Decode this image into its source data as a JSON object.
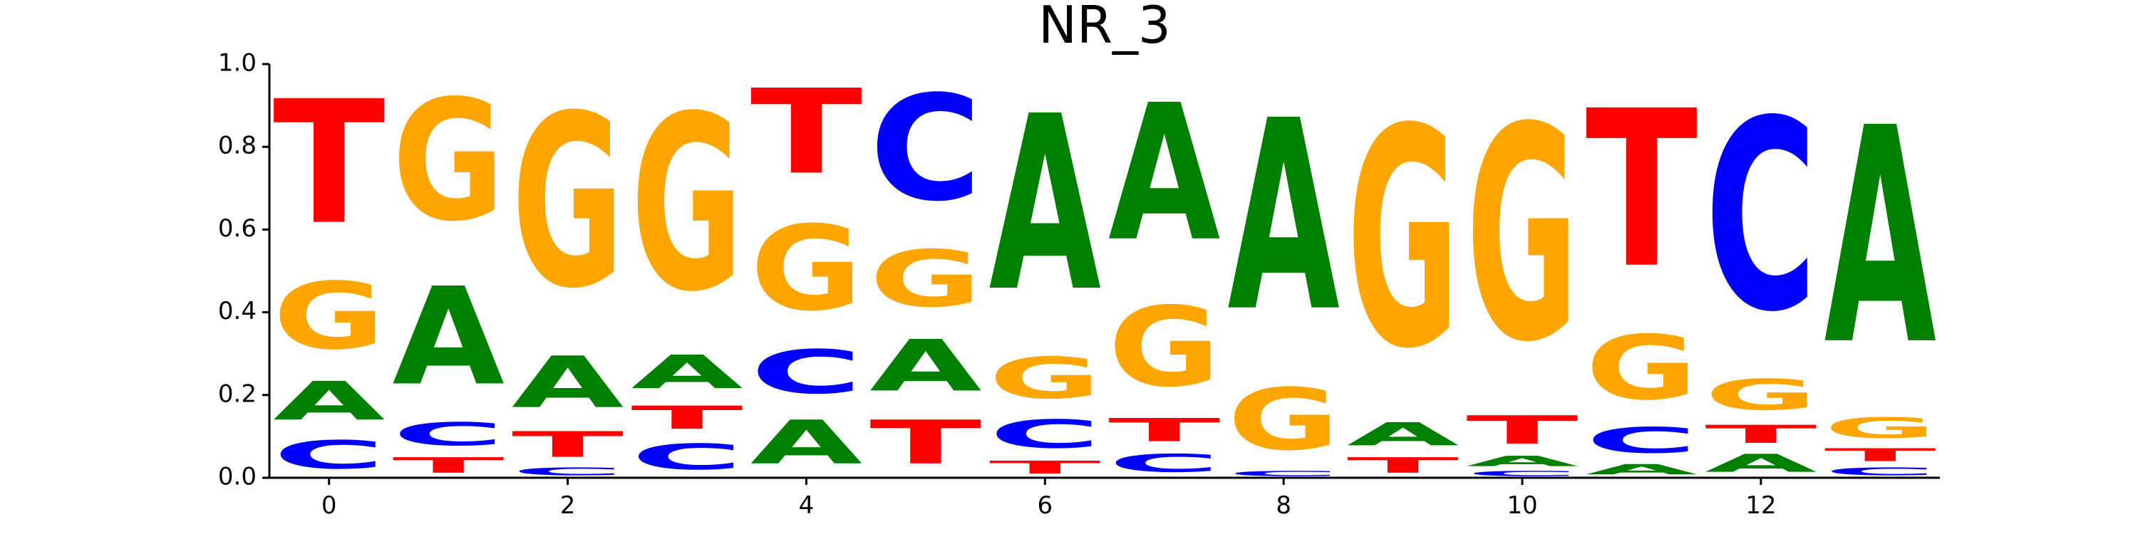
{
  "chart_data": {
    "type": "sequence-logo",
    "title": "NR_3",
    "xlabel": "",
    "ylabel": "",
    "ylim": [
      0,
      1
    ],
    "xlim": [
      -0.5,
      13.5
    ],
    "grid": false,
    "y_ticks": [
      "0.0",
      "0.2",
      "0.4",
      "0.6",
      "0.8",
      "1.0"
    ],
    "y_tick_values": [
      0.0,
      0.2,
      0.4,
      0.6,
      0.8,
      1.0
    ],
    "x_ticks": [
      "0",
      "2",
      "4",
      "6",
      "8",
      "10",
      "12"
    ],
    "x_tick_values": [
      0,
      2,
      4,
      6,
      8,
      10,
      12
    ],
    "colors": {
      "A": "#008000",
      "C": "#0000ff",
      "G": "#ffa500",
      "T": "#ff0000"
    },
    "positions": [
      {
        "pos": 0,
        "stack": [
          {
            "letter": "C",
            "value": 0.11
          },
          {
            "letter": "A",
            "value": 0.15
          },
          {
            "letter": "G",
            "value": 0.26
          },
          {
            "letter": "T",
            "value": 0.48
          }
        ]
      },
      {
        "pos": 1,
        "stack": [
          {
            "letter": "T",
            "value": 0.06
          },
          {
            "letter": "C",
            "value": 0.09
          },
          {
            "letter": "A",
            "value": 0.38
          },
          {
            "letter": "G",
            "value": 0.47
          }
        ]
      },
      {
        "pos": 2,
        "stack": [
          {
            "letter": "C",
            "value": 0.03
          },
          {
            "letter": "T",
            "value": 0.1
          },
          {
            "letter": "A",
            "value": 0.2
          },
          {
            "letter": "G",
            "value": 0.67
          }
        ]
      },
      {
        "pos": 3,
        "stack": [
          {
            "letter": "C",
            "value": 0.1
          },
          {
            "letter": "T",
            "value": 0.09
          },
          {
            "letter": "A",
            "value": 0.13
          },
          {
            "letter": "G",
            "value": 0.68
          }
        ]
      },
      {
        "pos": 4,
        "stack": [
          {
            "letter": "A",
            "value": 0.17
          },
          {
            "letter": "C",
            "value": 0.17
          },
          {
            "letter": "G",
            "value": 0.33
          },
          {
            "letter": "T",
            "value": 0.33
          }
        ]
      },
      {
        "pos": 5,
        "stack": [
          {
            "letter": "T",
            "value": 0.17
          },
          {
            "letter": "A",
            "value": 0.2
          },
          {
            "letter": "G",
            "value": 0.22
          },
          {
            "letter": "C",
            "value": 0.41
          }
        ]
      },
      {
        "pos": 6,
        "stack": [
          {
            "letter": "T",
            "value": 0.05
          },
          {
            "letter": "C",
            "value": 0.11
          },
          {
            "letter": "G",
            "value": 0.16
          },
          {
            "letter": "A",
            "value": 0.68
          }
        ]
      },
      {
        "pos": 7,
        "stack": [
          {
            "letter": "C",
            "value": 0.07
          },
          {
            "letter": "T",
            "value": 0.09
          },
          {
            "letter": "G",
            "value": 0.31
          },
          {
            "letter": "A",
            "value": 0.53
          }
        ]
      },
      {
        "pos": 8,
        "stack": [
          {
            "letter": "C",
            "value": 0.02
          },
          {
            "letter": "G",
            "value": 0.24
          },
          {
            "letter": "A",
            "value": 0.74
          }
        ]
      },
      {
        "pos": 9,
        "stack": [
          {
            "letter": "T",
            "value": 0.06
          },
          {
            "letter": "A",
            "value": 0.09
          },
          {
            "letter": "G",
            "value": 0.85
          }
        ]
      },
      {
        "pos": 10,
        "stack": [
          {
            "letter": "C",
            "value": 0.02
          },
          {
            "letter": "A",
            "value": 0.04
          },
          {
            "letter": "T",
            "value": 0.11
          },
          {
            "letter": "G",
            "value": 0.83
          }
        ]
      },
      {
        "pos": 11,
        "stack": [
          {
            "letter": "A",
            "value": 0.04
          },
          {
            "letter": "C",
            "value": 0.1
          },
          {
            "letter": "G",
            "value": 0.25
          },
          {
            "letter": "T",
            "value": 0.61
          }
        ]
      },
      {
        "pos": 12,
        "stack": [
          {
            "letter": "A",
            "value": 0.07
          },
          {
            "letter": "T",
            "value": 0.07
          },
          {
            "letter": "G",
            "value": 0.12
          },
          {
            "letter": "C",
            "value": 0.74
          }
        ]
      },
      {
        "pos": 13,
        "stack": [
          {
            "letter": "C",
            "value": 0.03
          },
          {
            "letter": "T",
            "value": 0.05
          },
          {
            "letter": "G",
            "value": 0.08
          },
          {
            "letter": "A",
            "value": 0.84
          }
        ]
      }
    ]
  }
}
